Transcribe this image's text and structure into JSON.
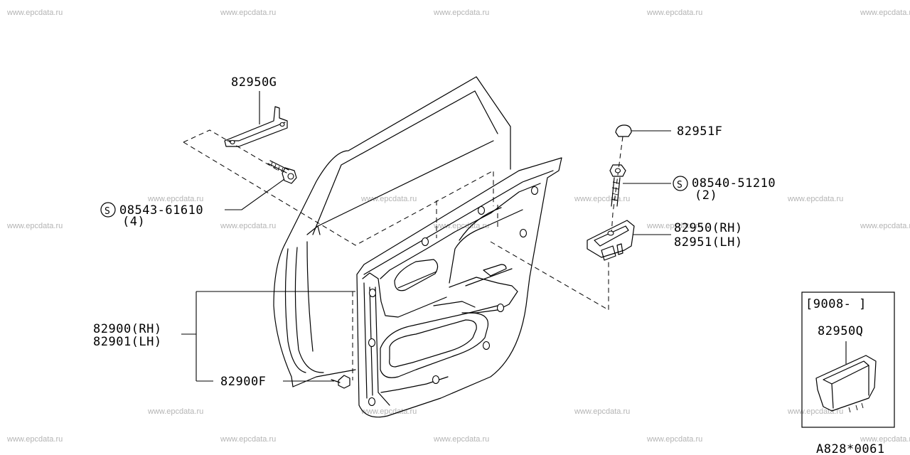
{
  "watermark": "www.epcdata.ru",
  "labels": {
    "p82950G": "82950G",
    "p08543_61610": "08543-61610",
    "p08543_qty": "(4)",
    "p82951F": "82951F",
    "p08540_51210": "08540-51210",
    "p08540_qty": "(2)",
    "p82950_rh": "82950(RH)",
    "p82951_lh": "82951(LH)",
    "p82900_rh": "82900(RH)",
    "p82901_lh": "82901(LH)",
    "p82900F": "82900F",
    "inset_date": "[9008-   ]",
    "inset_part": "82950Q",
    "screw_symbol": "S"
  },
  "diagram_code": "A828*0061"
}
